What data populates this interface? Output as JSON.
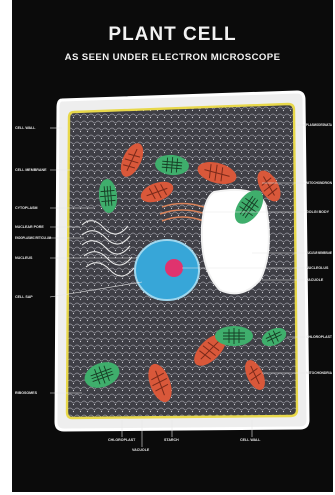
{
  "title": "PLANT CELL",
  "subtitle": "AS SEEN UNDER ELECTRON MICROSCOPE",
  "colors": {
    "background": "#0b0b0b",
    "wall": "#f2f2f2",
    "membrane": "#e8d84a",
    "cytoplasm": "#3d3d44",
    "mitochondria": "#d9583a",
    "chloroplast": "#3fae6c",
    "nucleus": "#37a6d8",
    "nucleolus": "#e0336e"
  },
  "labels_left": [
    {
      "id": "cell-wall",
      "text": "CELL WALL"
    },
    {
      "id": "cell-membrane",
      "text": "CELL MEMBRANE"
    },
    {
      "id": "cytoplasm",
      "text": "CYTOPLASM"
    },
    {
      "id": "nuclear-pore",
      "text": "NUCLEAR PORE"
    },
    {
      "id": "er",
      "text": "ENDOPLASMIC RETICULUM"
    },
    {
      "id": "nucleus",
      "text": "NUCLEUS"
    },
    {
      "id": "cell-sap",
      "text": "CELL SAP"
    },
    {
      "id": "ribosomes",
      "text": "RIBOSOMES"
    }
  ],
  "labels_right": [
    {
      "id": "plasmodesmata",
      "text": "PLASMODESMATA"
    },
    {
      "id": "mitochondrion",
      "text": "MITOCHONDRION"
    },
    {
      "id": "golgi",
      "text": "GOLGI BODY"
    },
    {
      "id": "vacuole",
      "text": "NUCLEAR MEMBRANE"
    },
    {
      "id": "nucleolus",
      "text": "NUCLEOLUS"
    },
    {
      "id": "vacuole2",
      "text": "VACUOLE"
    },
    {
      "id": "chloroplast",
      "text": "CHLOROPLAST"
    },
    {
      "id": "mito2",
      "text": "MITOCHONDRIA"
    }
  ],
  "labels_bottom": [
    {
      "id": "chloroplast-b",
      "text": "CHLOROPLAST"
    },
    {
      "id": "vacuole-b",
      "text": "VACUOLE"
    },
    {
      "id": "starch",
      "text": "STARCH"
    },
    {
      "id": "cell-wall-b",
      "text": "CELL WALL"
    }
  ]
}
